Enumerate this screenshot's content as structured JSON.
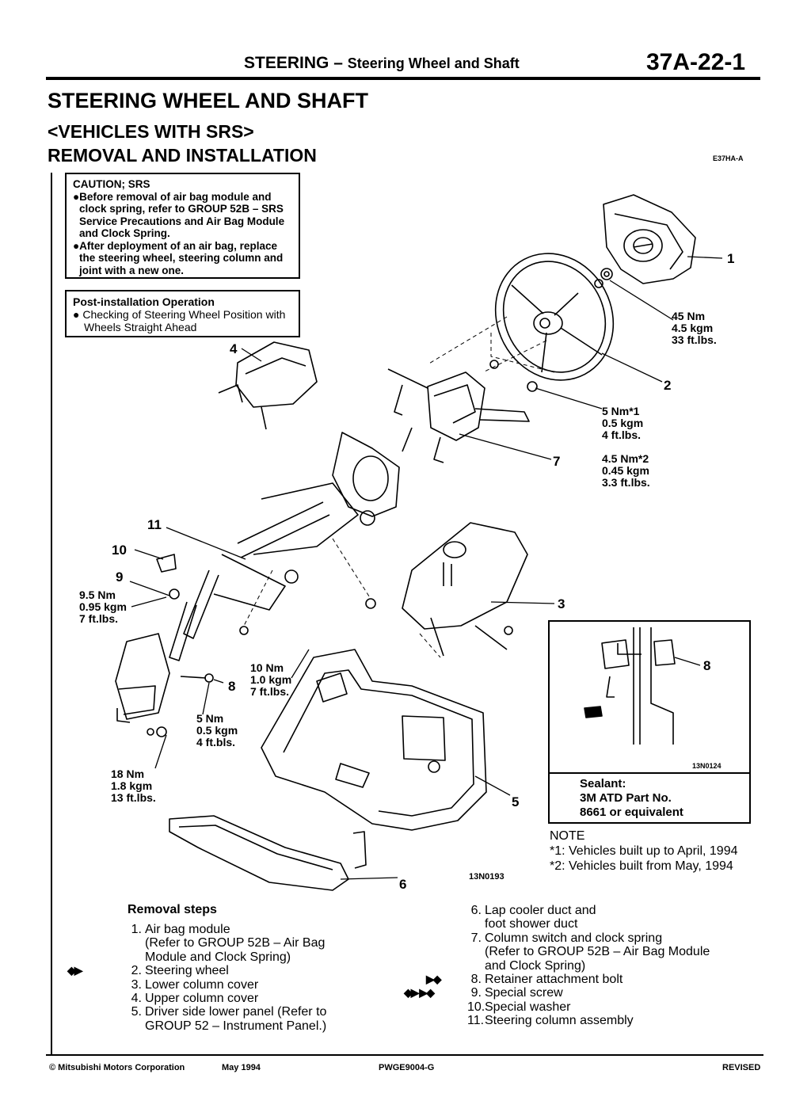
{
  "header": {
    "section": "STEERING",
    "dash": "–",
    "subsection": "Steering Wheel and Shaft",
    "page": "37A-22-1"
  },
  "title": "STEERING WHEEL AND SHAFT",
  "vehicle_scope": "<VEHICLES WITH SRS>",
  "procedure": "REMOVAL AND INSTALLATION",
  "doc_code": "E37HA-A",
  "caution": {
    "heading": "CAUTION; SRS",
    "items": [
      "●Before removal of air bag module and clock spring, refer to GROUP 52B – SRS Service Precautions and Air Bag Module and Clock Spring.",
      "●After deployment of an air bag, replace the steering wheel, steering column and joint with a new one."
    ]
  },
  "post_installation": {
    "heading": "Post-installation Operation",
    "items": [
      "●  Checking of Steering Wheel Position with Wheels Straight Ahead"
    ]
  },
  "callouts": [
    "1",
    "2",
    "3",
    "4",
    "5",
    "6",
    "7",
    "8",
    "8",
    "9",
    "10",
    "11"
  ],
  "torques": {
    "airbag": [
      "45 Nm",
      "4.5 kgm",
      "33 ft.lbs."
    ],
    "t1": [
      "5 Nm*1",
      "0.5 kgm",
      "4 ft.lbs."
    ],
    "t2": [
      "4.5 Nm*2",
      "0.45 kgm",
      "3.3 ft.lbs."
    ],
    "joint": [
      "9.5 Nm",
      "0.95 kgm",
      "7 ft.lbs."
    ],
    "column": [
      "10 Nm",
      "1.0 kgm",
      "7 ft.lbs."
    ],
    "panel": [
      "5 Nm",
      "0.5 kgm",
      "4 ft.bls."
    ],
    "bracket": [
      "18 Nm",
      "1.8 kgm",
      "13 ft.lbs."
    ]
  },
  "figure_codes": {
    "inset": "13N0124",
    "main": "13N0193"
  },
  "sealant": {
    "label": "Sealant:",
    "line1": "3M ATD Part No.",
    "line2": "8661 or equivalent"
  },
  "note": {
    "heading": "NOTE",
    "lines": [
      "*1: Vehicles built up to April, 1994",
      "*2: Vehicles built from May, 1994"
    ]
  },
  "removal_steps": {
    "heading": "Removal steps",
    "left": [
      {
        "n": "1.",
        "text": "Air bag module",
        "sub": [
          "(Refer to GROUP 52B – Air Bag",
          "Module and Clock Spring)"
        ]
      },
      {
        "n": "2.",
        "text": "Steering wheel",
        "sym": "◆▶"
      },
      {
        "n": "3.",
        "text": "Lower column cover"
      },
      {
        "n": "4.",
        "text": "Upper column cover"
      },
      {
        "n": "5.",
        "text": "Driver side lower panel (Refer to",
        "sub": [
          "GROUP 52 – Instrument Panel.)"
        ]
      }
    ],
    "right": [
      {
        "n": "6.",
        "text": "Lap cooler duct and",
        "sub": [
          "foot shower duct"
        ]
      },
      {
        "n": "7.",
        "text": "Column switch and clock spring",
        "sub": [
          "(Refer to GROUP 52B – Air Bag Module",
          "and Clock Spring)"
        ]
      },
      {
        "n": "8.",
        "text": "Retainer attachment bolt",
        "sym": "▶◆"
      },
      {
        "n": "9.",
        "text": "Special screw",
        "sym": "◆▶ ▶◆"
      },
      {
        "n": "10.",
        "text": "Special washer"
      },
      {
        "n": "11.",
        "text": "Steering column assembly"
      }
    ]
  },
  "footer": {
    "copyright": "© Mitsubishi Motors Corporation",
    "date": "May 1994",
    "doc": "PWGE9004-G",
    "status": "REVISED"
  }
}
